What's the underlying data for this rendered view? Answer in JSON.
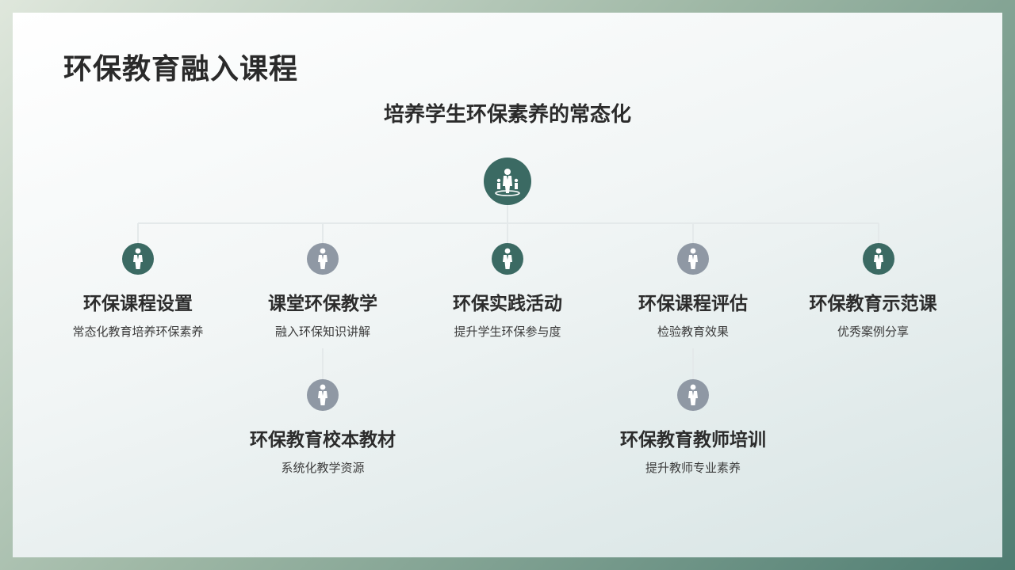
{
  "title": "环保教育融入课程",
  "subtitle": "培养学生环保素养的常态化",
  "colors": {
    "accent_dark": "#3b6a63",
    "accent_gray": "#8f98a4",
    "line": "#e6ebeb"
  },
  "root": {
    "icon": "person-presentation-icon"
  },
  "nodes": [
    {
      "title": "环保课程设置",
      "desc": "常态化教育培养环保素养",
      "icon": "person-icon",
      "tone": "dark"
    },
    {
      "title": "课堂环保教学",
      "desc": "融入环保知识讲解",
      "icon": "person-icon",
      "tone": "gray"
    },
    {
      "title": "环保实践活动",
      "desc": "提升学生环保参与度",
      "icon": "person-icon",
      "tone": "dark"
    },
    {
      "title": "环保课程评估",
      "desc": "检验教育效果",
      "icon": "person-icon",
      "tone": "gray"
    },
    {
      "title": "环保教育示范课",
      "desc": "优秀案例分享",
      "icon": "person-icon",
      "tone": "dark"
    }
  ],
  "subnodes": [
    {
      "title": "环保教育校本教材",
      "desc": "系统化教学资源",
      "icon": "person-icon",
      "tone": "gray"
    },
    {
      "title": "环保教育教师培训",
      "desc": "提升教师专业素养",
      "icon": "person-icon",
      "tone": "gray"
    }
  ]
}
